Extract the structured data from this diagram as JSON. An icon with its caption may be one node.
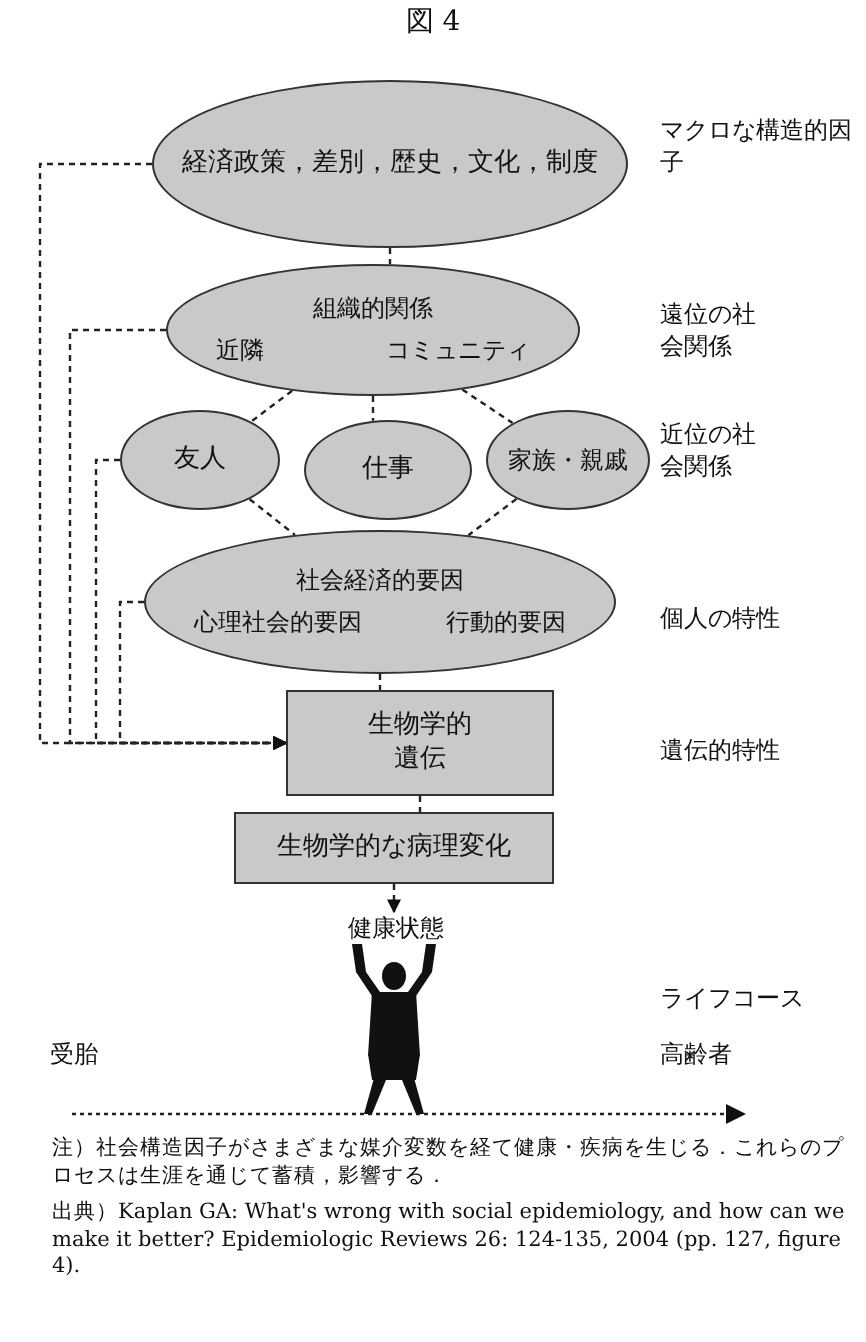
{
  "diagram": {
    "title": "図 4",
    "nodes": [
      {
        "text": [
          "経済政策，差別，歴史，文化，制度"
        ]
      },
      {
        "text": [
          "組織的関係",
          "近隣",
          "コミュニティ"
        ]
      },
      {
        "text": [
          "友人"
        ]
      },
      {
        "text": [
          "仕事"
        ]
      },
      {
        "text": [
          "家族・親戚"
        ]
      },
      {
        "text": [
          "社会経済的要因",
          "心理社会的要因",
          "行動的要因"
        ]
      },
      {
        "text": [
          "生物学的遺伝"
        ]
      },
      {
        "text": [
          "生物学的な病理変化"
        ]
      },
      {
        "text": [
          "健康状態"
        ]
      }
    ],
    "edges": [
      {
        "from": 0,
        "to": 1,
        "arrow": "none",
        "style": "dashed"
      },
      {
        "from": 1,
        "to": 2,
        "arrow": "none",
        "style": "dashed"
      },
      {
        "from": 1,
        "to": 3,
        "arrow": "none",
        "style": "dashed"
      },
      {
        "from": 1,
        "to": 4,
        "arrow": "none",
        "style": "dashed"
      },
      {
        "from": 2,
        "to": 5,
        "arrow": "none",
        "style": "dashed"
      },
      {
        "from": 4,
        "to": 5,
        "arrow": "none",
        "style": "dashed"
      },
      {
        "from": 5,
        "to": 6,
        "arrow": "none",
        "style": "dashed"
      },
      {
        "from": 6,
        "to": 7,
        "arrow": "none",
        "style": "dashed"
      },
      {
        "from": 7,
        "to": 8,
        "arrow": "to",
        "style": "dashed"
      },
      {
        "from": 0,
        "to": 6,
        "arrow": "to",
        "style": "dashed"
      },
      {
        "from": 1,
        "to": 6,
        "arrow": "to",
        "style": "dashed"
      },
      {
        "from": 2,
        "to": 6,
        "arrow": "to",
        "style": "dashed"
      },
      {
        "from": 5,
        "to": 6,
        "arrow": "to",
        "style": "dashed"
      }
    ],
    "labels": [
      "マクロな構造的因子",
      "遠位の社会関係",
      "近位の社会関係",
      "個人の特性",
      "遺伝的特性",
      "ライフコース",
      "受胎",
      "高齢者",
      "注）社会構造因子がさまざまな媒介変数を経て健康・疾病を生じる．これらのプロセスは生涯を通じて蓄積，影響する．",
      "出典）Kaplan GA: What's wrong with social epidemiology, and how can we make it better? Epidemiologic Reviews 26: 124-135, 2004 (pp. 127, figure 4)."
    ]
  }
}
